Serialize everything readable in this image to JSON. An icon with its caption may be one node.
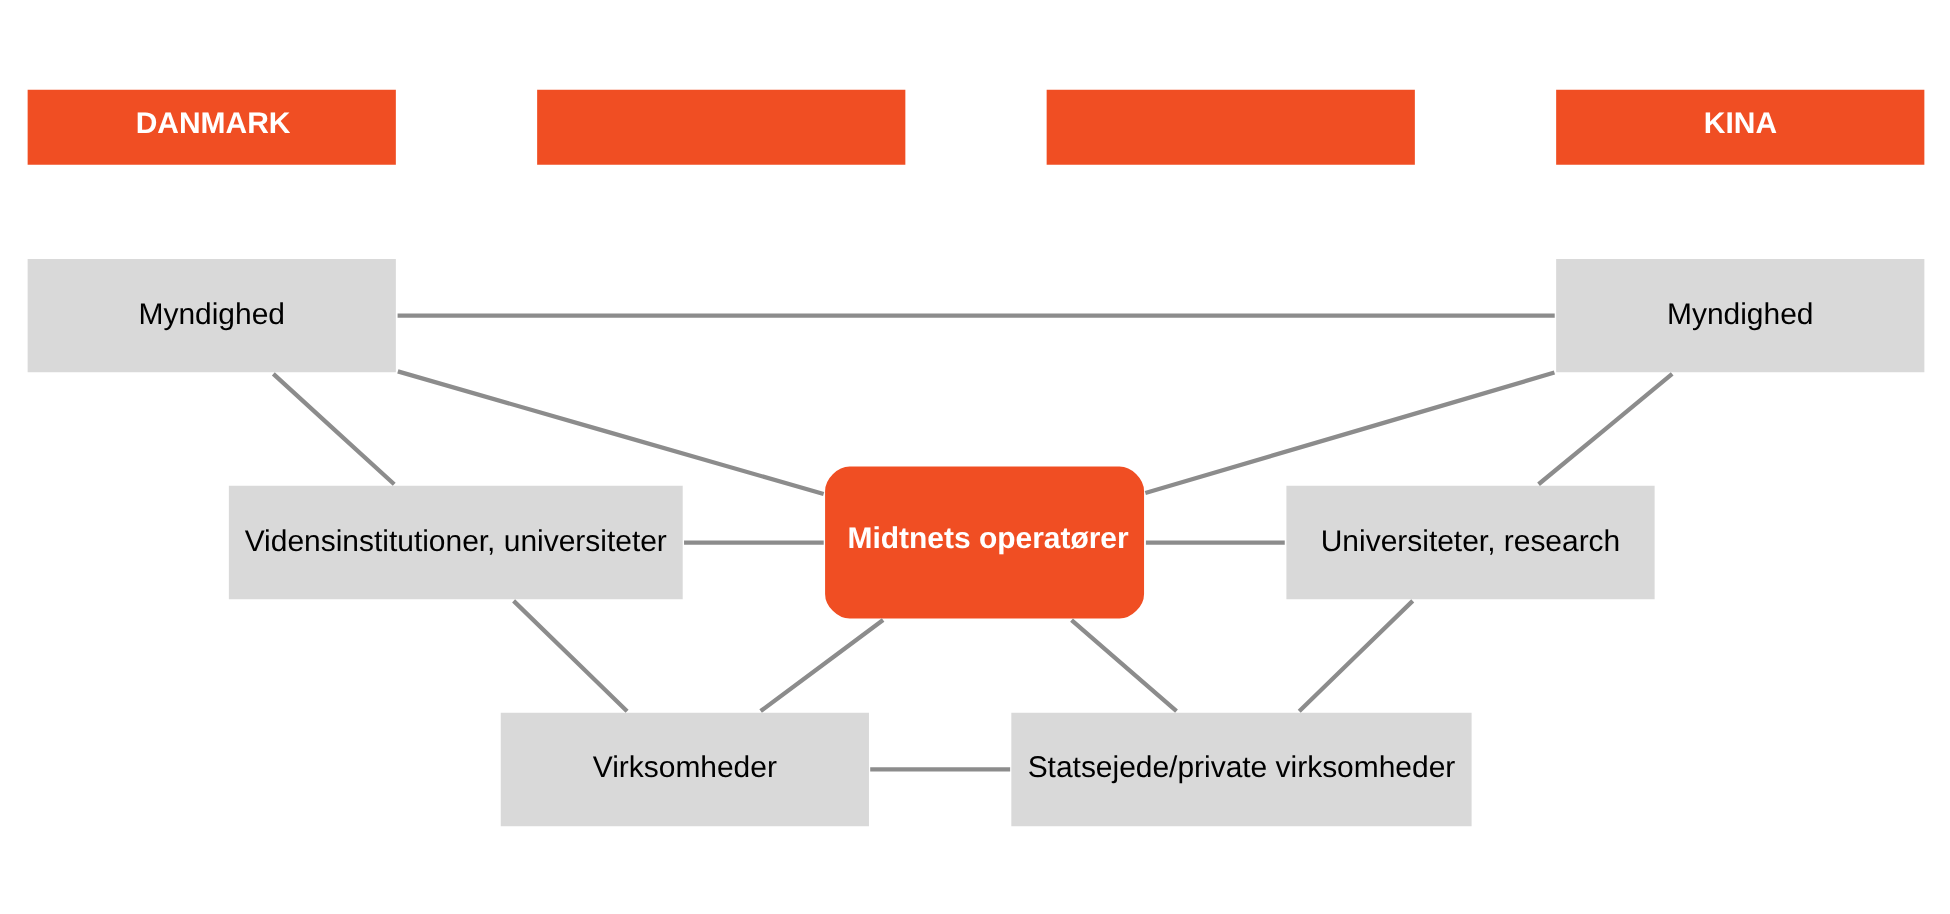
{
  "diagram": {
    "nodes": [
      {
        "text": [
          "DANMARK"
        ]
      },
      {
        "text": [],
        "shape": "box"
      },
      {
        "text": [],
        "shape": "box"
      },
      {
        "text": [
          "KINA"
        ]
      },
      {
        "text": [
          "Myndighed"
        ]
      },
      {
        "text": [
          "Myndighed"
        ]
      },
      {
        "text": [
          "Vidensinstitutioner, universiteter"
        ]
      },
      {
        "text": [
          "Midtnets operatører"
        ]
      },
      {
        "text": [
          "Universiteter, research"
        ]
      },
      {
        "text": [
          "Virksomheder"
        ]
      },
      {
        "text": [
          "Statsejede/private virksomheder"
        ]
      }
    ],
    "edges": [
      {
        "from": 4,
        "to": 5,
        "arrow": "none"
      },
      {
        "from": 4,
        "to": 7,
        "arrow": "none"
      },
      {
        "from": 5,
        "to": 7,
        "arrow": "none"
      },
      {
        "from": 4,
        "to": 6,
        "arrow": "none"
      },
      {
        "from": 5,
        "to": 8,
        "arrow": "none"
      },
      {
        "from": 6,
        "to": 7,
        "arrow": "none"
      },
      {
        "from": 7,
        "to": 8,
        "arrow": "none"
      },
      {
        "from": 6,
        "to": 9,
        "arrow": "none"
      },
      {
        "from": 8,
        "to": 10,
        "arrow": "none"
      },
      {
        "from": 9,
        "to": 7,
        "arrow": "none"
      },
      {
        "from": 7,
        "to": 10,
        "arrow": "none"
      },
      {
        "from": 9,
        "to": 10,
        "arrow": "none"
      }
    ]
  }
}
